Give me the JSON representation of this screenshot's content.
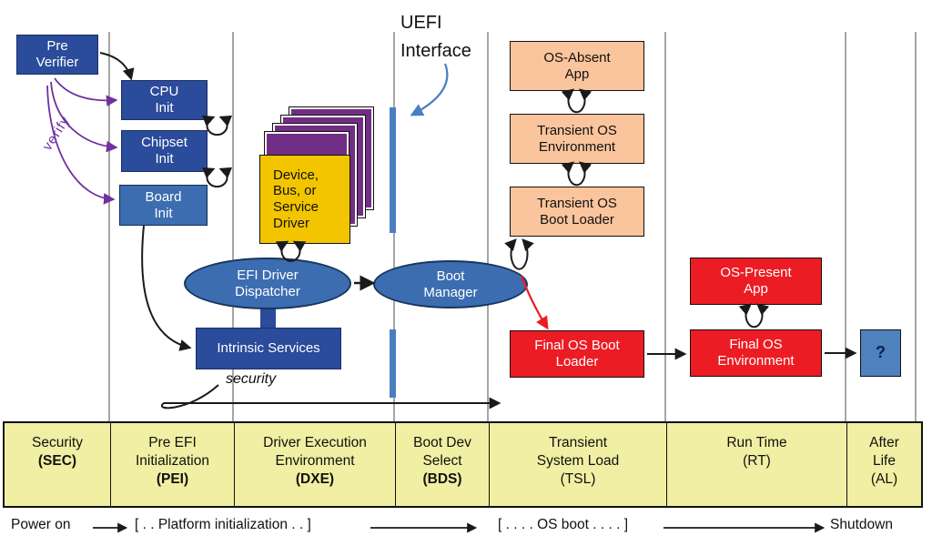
{
  "header": {
    "uefi_interface": "UEFI\nInterface"
  },
  "sec": {
    "pre_verifier": "Pre\nVerifier",
    "verify": "verify"
  },
  "pei": {
    "cpu_init": "CPU\nInit",
    "chipset_init": "Chipset\nInit",
    "board_init": "Board\nInit"
  },
  "dxe": {
    "device_driver": "Device,\nBus, or\nService\nDriver",
    "dispatcher": "EFI Driver\nDispatcher",
    "intrinsic_services": "Intrinsic Services",
    "security_note": "security"
  },
  "bds": {
    "boot_manager": "Boot\nManager"
  },
  "tsl": {
    "os_absent_app": "OS-Absent\nApp",
    "transient_os_env": "Transient OS\nEnvironment",
    "transient_os_boot_loader": "Transient OS\nBoot Loader",
    "final_os_boot_loader": "Final OS Boot\nLoader"
  },
  "rt": {
    "os_present_app": "OS-Present\nApp",
    "final_os_env": "Final OS\nEnvironment"
  },
  "al": {
    "question": "?"
  },
  "phases": [
    {
      "name": "Security",
      "abbr": "(SEC)"
    },
    {
      "name": "Pre EFI\nInitialization",
      "abbr": "(PEI)"
    },
    {
      "name": "Driver Execution\nEnvironment",
      "abbr": "(DXE)"
    },
    {
      "name": "Boot Dev\nSelect",
      "abbr": "(BDS)"
    },
    {
      "name": "Transient\nSystem Load",
      "abbr": "(TSL)"
    },
    {
      "name": "Run Time",
      "abbr": "(RT)"
    },
    {
      "name": "After\nLife",
      "abbr": "(AL)"
    }
  ],
  "timeline": {
    "power_on": "Power on",
    "platform_init": "[ . . Platform initialization . . ]",
    "os_boot": "[ . . . . OS boot . . . . ]",
    "shutdown": "Shutdown"
  },
  "colors": {
    "dark_blue": "#2B4B9B",
    "medium_blue": "#3C6DB0",
    "bar_blue": "#4A7EC2",
    "purple": "#722E84",
    "verify_purple": "#7030A0",
    "gold": "#F2C500",
    "peach": "#FAC49C",
    "red": "#EC1C24",
    "band_yellow": "#F1EFA3"
  }
}
